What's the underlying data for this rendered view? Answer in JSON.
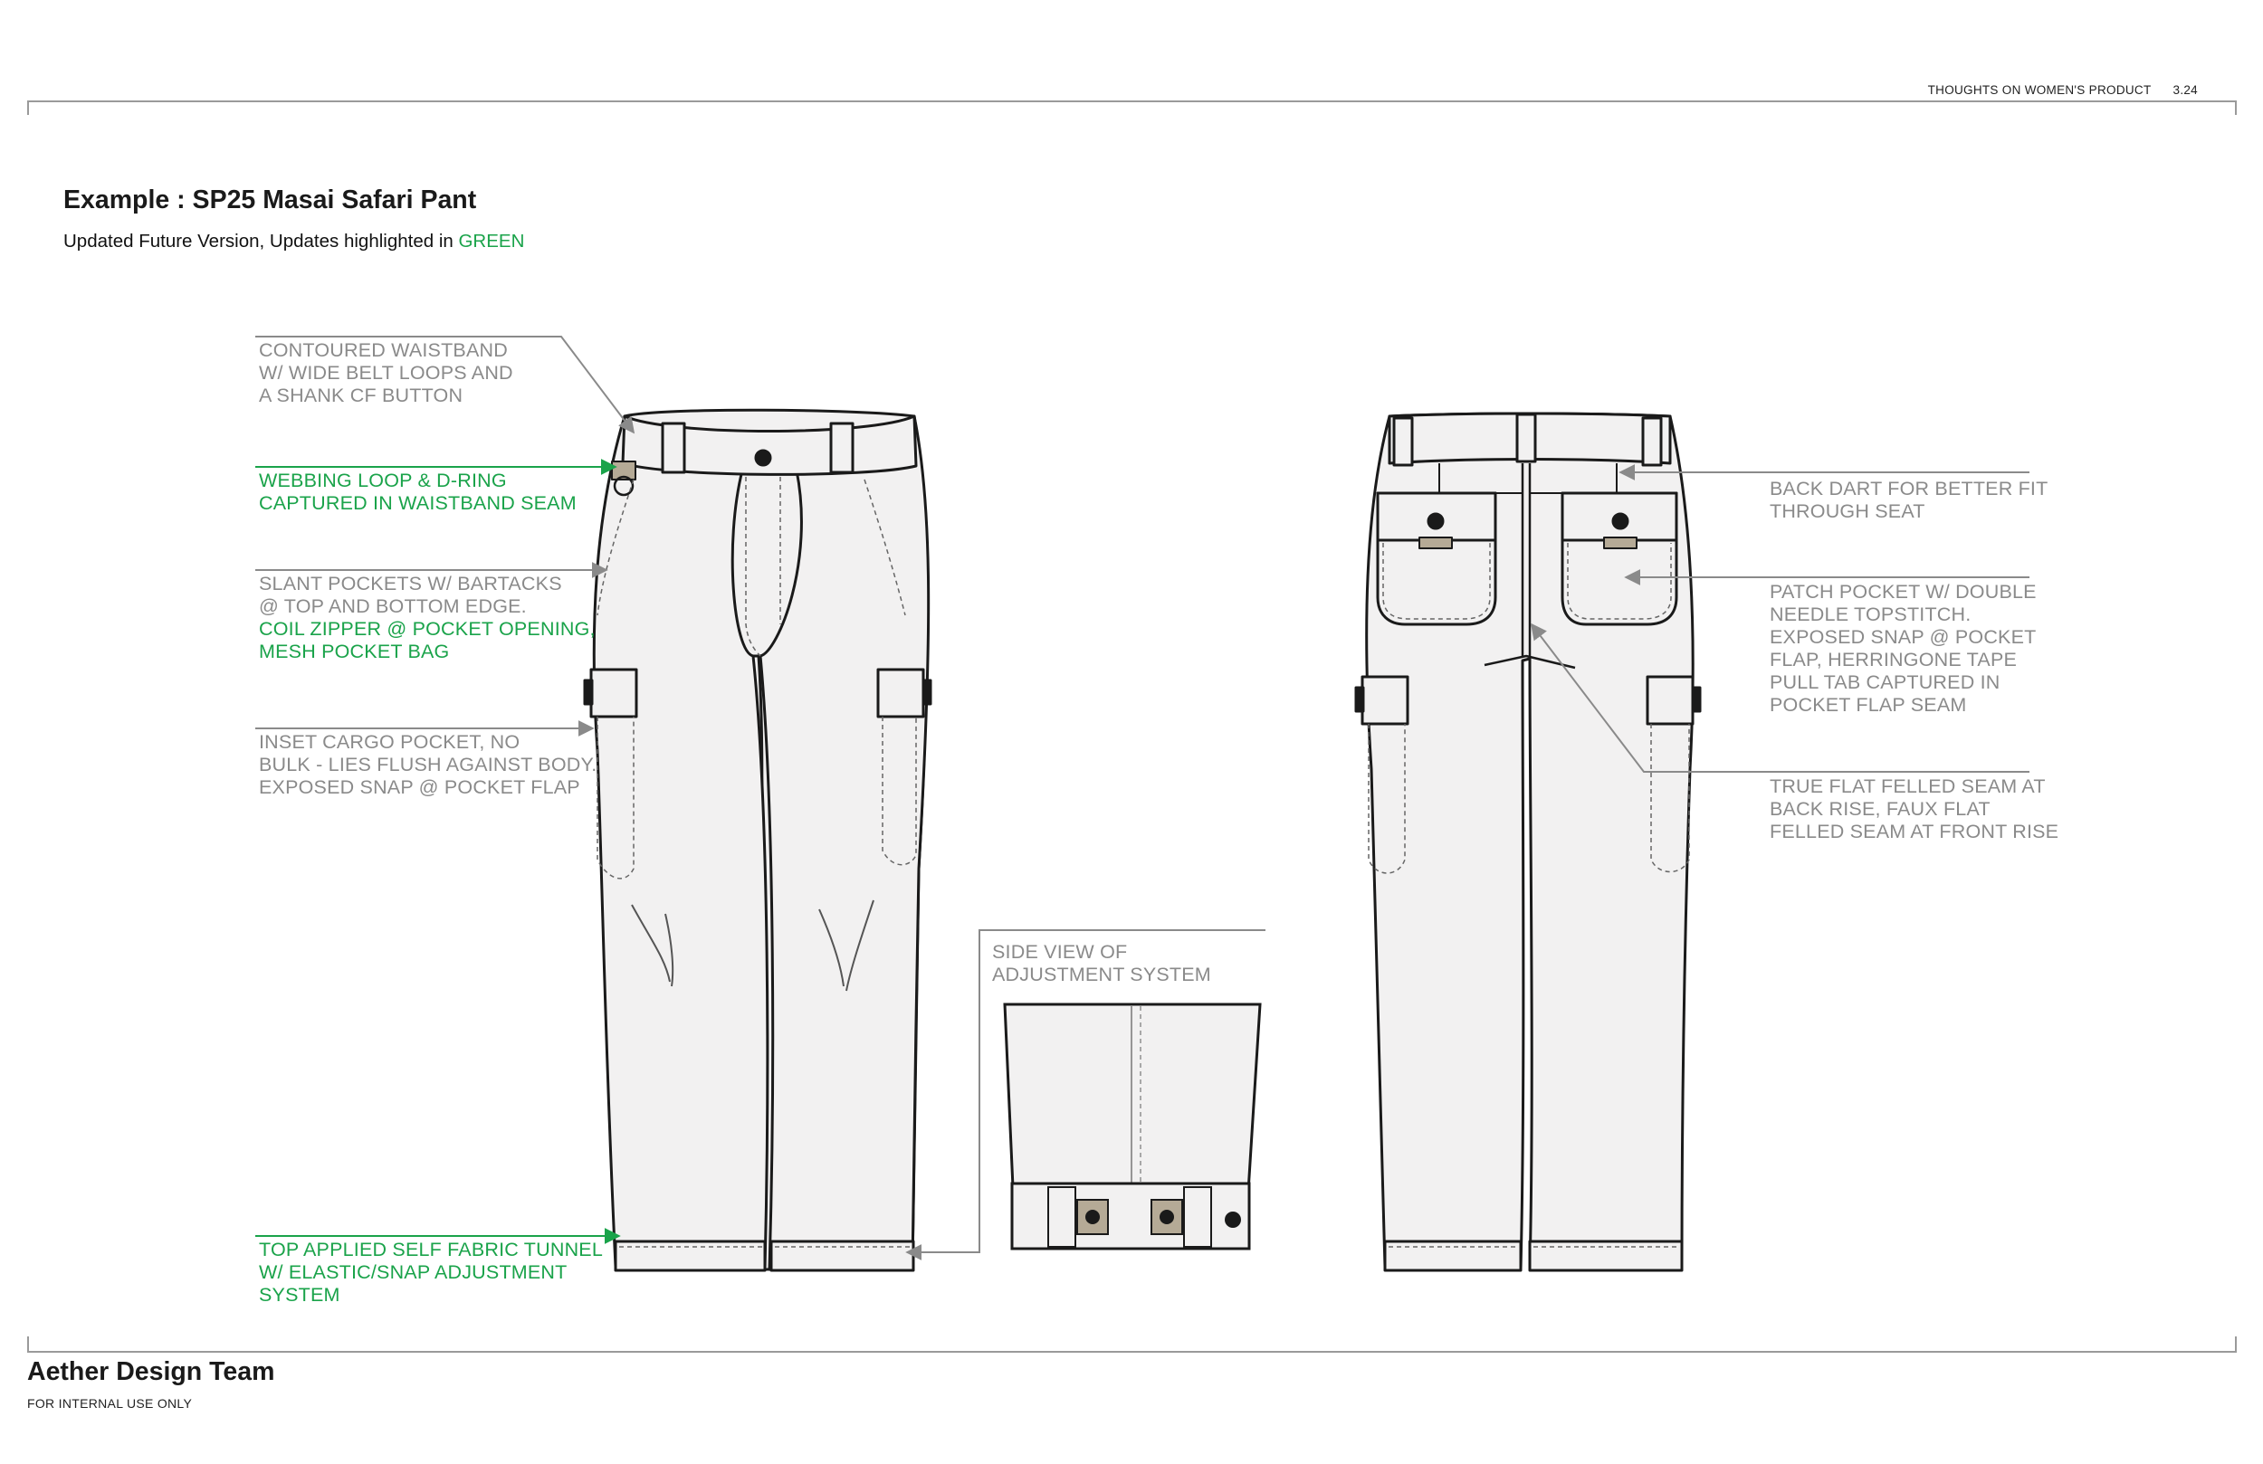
{
  "header": {
    "doc_title": "THOUGHTS ON WOMEN'S PRODUCT",
    "page_number": "3.24"
  },
  "title": "Example : SP25 Masai Safari Pant",
  "subtitle": {
    "prefix": "Updated Future Version, Updates highlighted in ",
    "highlight": "GREEN",
    "highlight_color": "#1aa34a"
  },
  "colors": {
    "annotation_gray": "#8a8a8a",
    "update_green": "#1aa34a",
    "garment_fill": "#f2f1f1",
    "line": "#1a1a1a"
  },
  "callouts": {
    "waistband": [
      "CONTOURED WAISTBAND",
      "W/ WIDE BELT LOOPS AND",
      "A SHANK CF BUTTON"
    ],
    "dring": [
      "WEBBING LOOP & D-RING",
      "CAPTURED IN WAISTBAND SEAM"
    ],
    "slant_pockets": [
      "SLANT POCKETS W/ BARTACKS",
      "@ TOP AND BOTTOM EDGE."
    ],
    "slant_pockets_update": [
      "COIL ZIPPER @ POCKET OPENING,",
      "MESH POCKET BAG"
    ],
    "cargo": [
      "INSET CARGO POCKET, NO",
      "BULK - LIES FLUSH AGAINST BODY.",
      "EXPOSED SNAP @ POCKET FLAP"
    ],
    "tunnel": [
      "TOP APPLIED SELF FABRIC TUNNEL",
      "W/ ELASTIC/SNAP ADJUSTMENT",
      "SYSTEM"
    ],
    "side_view": [
      "SIDE VIEW OF",
      "ADJUSTMENT SYSTEM"
    ],
    "back_dart": [
      "BACK DART FOR BETTER FIT",
      "THROUGH SEAT"
    ],
    "patch_pocket": [
      "PATCH POCKET W/ DOUBLE",
      "NEEDLE TOPSTITCH.",
      "EXPOSED SNAP @ POCKET",
      "FLAP, HERRINGONE TAPE",
      "PULL TAB CAPTURED IN",
      "POCKET FLAP SEAM"
    ],
    "felled_seam": [
      "TRUE FLAT FELLED SEAM AT",
      "BACK RISE, FAUX FLAT",
      "FELLED SEAM AT FRONT RISE"
    ]
  },
  "footer": {
    "team": "Aether Design Team",
    "note": "FOR INTERNAL USE ONLY"
  }
}
